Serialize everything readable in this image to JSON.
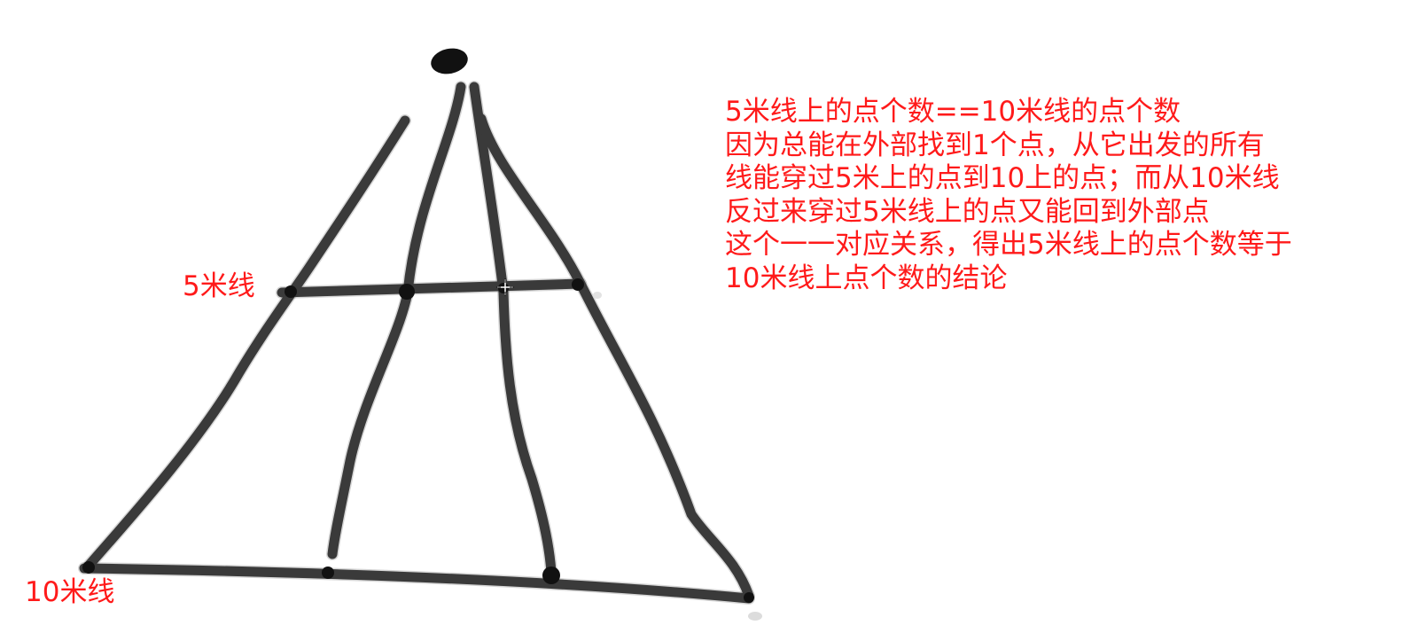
{
  "labels": {
    "line_5m": "5米线",
    "line_10m": "10米线"
  },
  "explanation": {
    "lines": [
      "5米线上的点个数==10米线的点个数",
      "因为总能在外部找到1个点，从它出发的所有",
      "线能穿过5米上的点到10上的点；而从10米线",
      "反过来穿过5米线上的点又能回到外部点",
      "这个一一对应关系，得出5米线上的点个数等于",
      "10米线上点个数的结论"
    ]
  },
  "colors": {
    "text": "#ff1a1a",
    "stroke": "#3a3a3a",
    "background": "#ffffff"
  }
}
